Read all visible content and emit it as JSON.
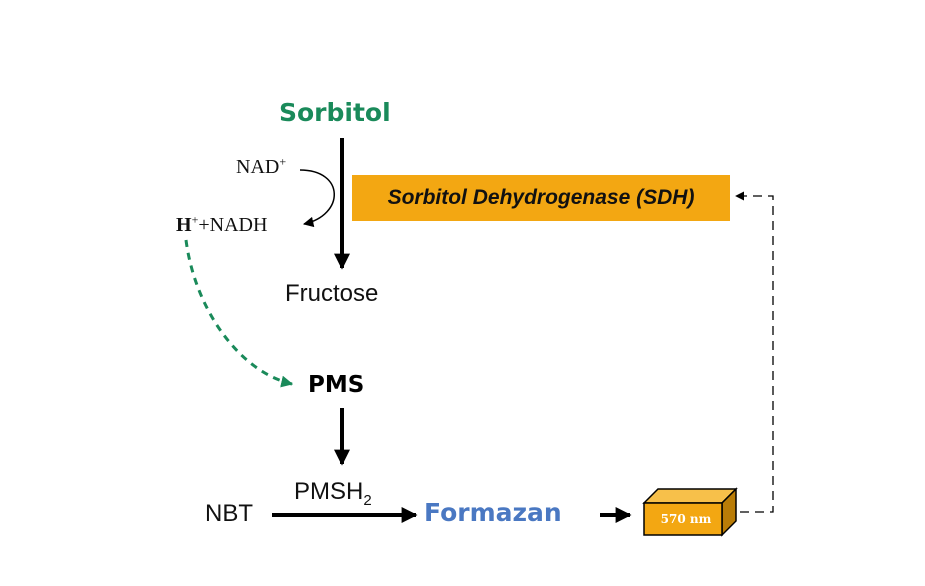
{
  "diagram": {
    "substrate": "Sorbitol",
    "product": "Fructose",
    "enzyme": "Sorbitol Dehydrogenase (SDH)",
    "cofactor_in": {
      "base": "NAD",
      "sup": "+"
    },
    "cofactor_out": {
      "h": "H",
      "sup": "+",
      "rest": "+NADH"
    },
    "mediator": "PMS",
    "reduced_mediator": {
      "base": "PMSH",
      "sub": "2"
    },
    "probe": "NBT",
    "dye": "Formazan",
    "detector": "570 nm",
    "colors": {
      "substrate_text": "#1a8a5a",
      "dye_text": "#4a78c2",
      "enzyme_box": "#f3a712",
      "electron_transfer_arrow": "#1a8a5a",
      "cuvette": "#f3a712"
    }
  }
}
